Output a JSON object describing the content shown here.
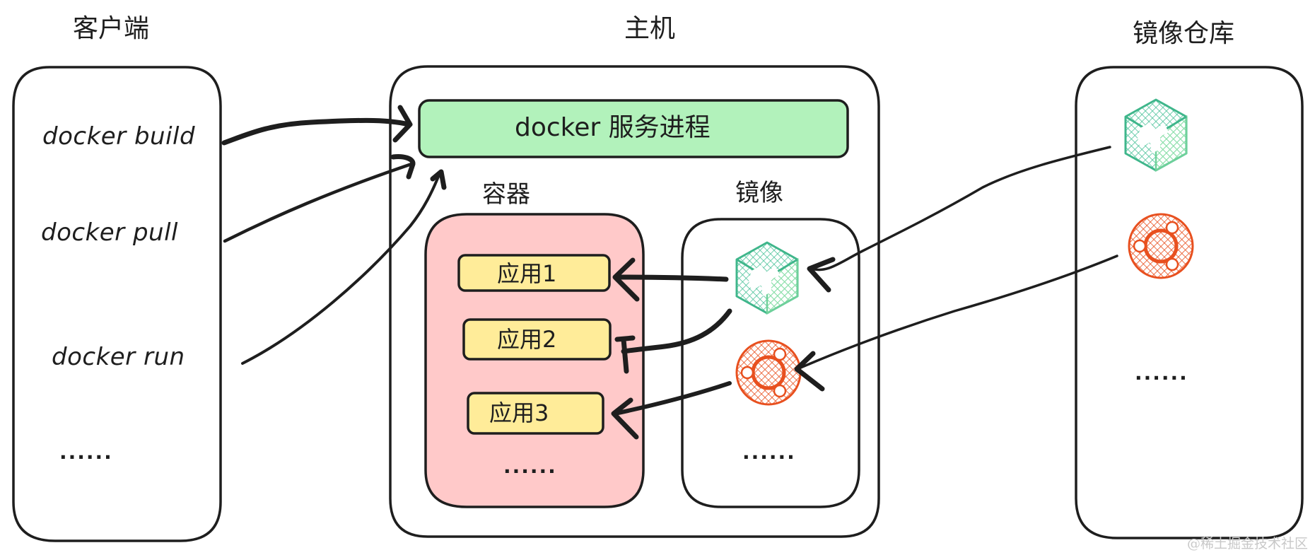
{
  "diagram": {
    "colors": {
      "stroke": "#1e1e1e",
      "daemon_fill": "#b2f2bb",
      "container_fill": "#ffc9c9",
      "app_fill": "#ffec99",
      "cube_color": "#3fb68b",
      "cube_color_light": "#8ee3a0",
      "ubuntu_color": "#e8501f"
    },
    "client": {
      "title": "客户端",
      "commands": [
        "docker build",
        "docker pull",
        "docker run"
      ],
      "more": "......"
    },
    "host": {
      "title": "主机",
      "daemon_label": "docker 服务进程",
      "containers": {
        "title": "容器",
        "apps": [
          "应用1",
          "应用2",
          "应用3"
        ],
        "more": "......"
      },
      "images": {
        "title": "镜像",
        "items": [
          "nginx-cube-icon",
          "ubuntu-icon"
        ],
        "more": "......"
      }
    },
    "registry": {
      "title": "镜像仓库",
      "items": [
        "nginx-cube-icon",
        "ubuntu-icon"
      ],
      "more": "......"
    },
    "edges": [
      {
        "from": "docker build",
        "to": "docker 服务进程"
      },
      {
        "from": "docker pull",
        "to": "docker 服务进程"
      },
      {
        "from": "docker run",
        "to": "docker 服务进程"
      },
      {
        "from": "registry.nginx-cube-icon",
        "to": "images.nginx-cube-icon"
      },
      {
        "from": "registry.ubuntu-icon",
        "to": "images.ubuntu-icon"
      },
      {
        "from": "images.nginx-cube-icon",
        "to": "应用1"
      },
      {
        "from": "images.nginx-cube-icon",
        "to": "应用2"
      },
      {
        "from": "images.ubuntu-icon",
        "to": "应用3"
      }
    ]
  },
  "watermark": "@稀土掘金技术社区"
}
